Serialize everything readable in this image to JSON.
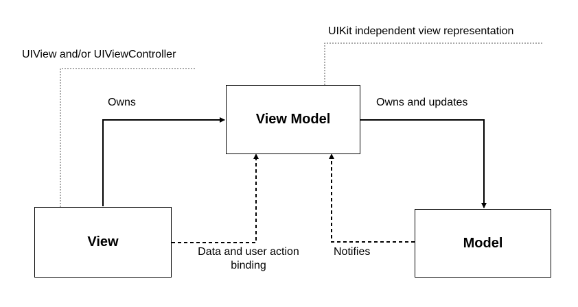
{
  "nodes": {
    "view_model": "View Model",
    "view": "View",
    "model": "Model"
  },
  "annotations": {
    "view_note": "UIView and/or UIViewController",
    "view_model_note": "UIKit independent view representation"
  },
  "edges": {
    "owns": "Owns",
    "owns_and_updates": "Owns and updates",
    "binding_line1": "Data and user action",
    "binding_line2": "binding",
    "notifies": "Notifies"
  },
  "colors": {
    "stroke": "#000000",
    "dashed_note": "#555555"
  }
}
